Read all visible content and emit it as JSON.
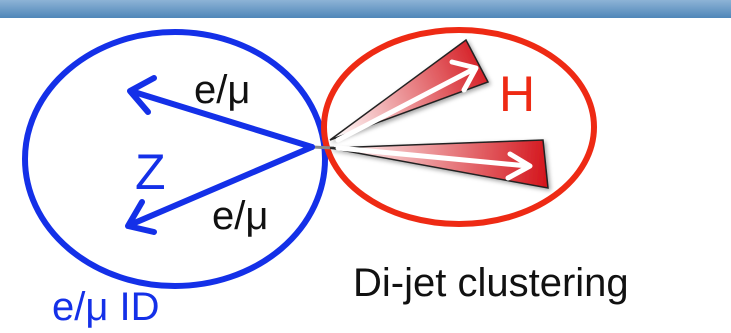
{
  "colors": {
    "top_band": "#4f86b8",
    "top_band_highlight": "#8db3d6",
    "z_system": "#1430e8",
    "h_system": "#ee2a14",
    "jet_fill_dark": "#d4151c",
    "jet_fill_light": "#ffffff",
    "text_dark": "#111111"
  },
  "diagram": {
    "lepton_top_label": "e/μ",
    "lepton_bottom_label": "e/μ",
    "z_label": "Z",
    "h_label": "H",
    "id_caption": "e/μ ID",
    "clustering_caption": "Di-jet clustering"
  },
  "icons": {
    "lepton_arrow": "arrow-icon",
    "jet_arrow": "arrow-icon",
    "jet_cone": "cone-shape"
  }
}
